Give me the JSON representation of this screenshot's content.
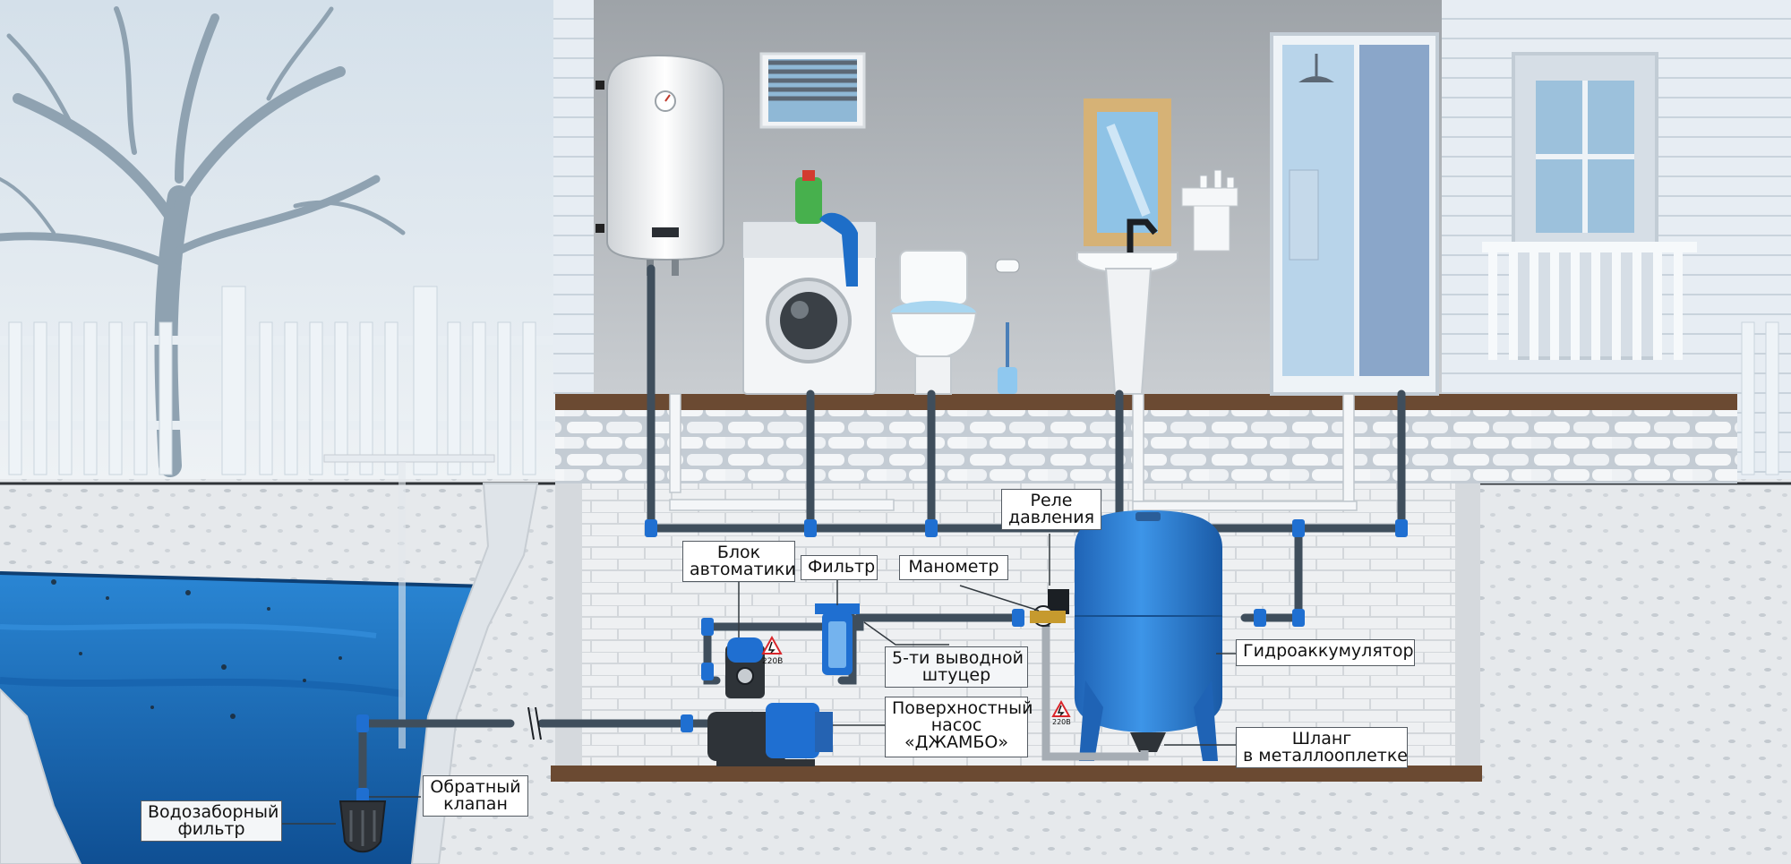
{
  "labels": {
    "rele": [
      "Реле",
      "давления"
    ],
    "blok": [
      "Блок",
      "автоматики"
    ],
    "filtr": "Фильтр",
    "manometr": "Манометр",
    "gidro": "Гидроаккумулятор",
    "shtutser": [
      "5-ти выводной",
      "штуцер"
    ],
    "nasos": [
      "Поверхностный",
      "насос",
      "«ДЖАМБО»"
    ],
    "shlang": [
      "Шланг",
      "в металлооплетке"
    ],
    "obratny": [
      "Обратный",
      "клапан"
    ],
    "vodozabor": [
      "Водозаборный",
      "фильтр"
    ],
    "voltage_tag": "220В"
  },
  "colors": {
    "sky": "#dfe8ef",
    "water": "#1f6fb8",
    "pipe": "#3f4e5c",
    "tank_blue": "#2e7fd6",
    "soil": "#e9ecef",
    "floor_brown": "#6b4a32",
    "wall_grey": "#a9aeb3"
  }
}
